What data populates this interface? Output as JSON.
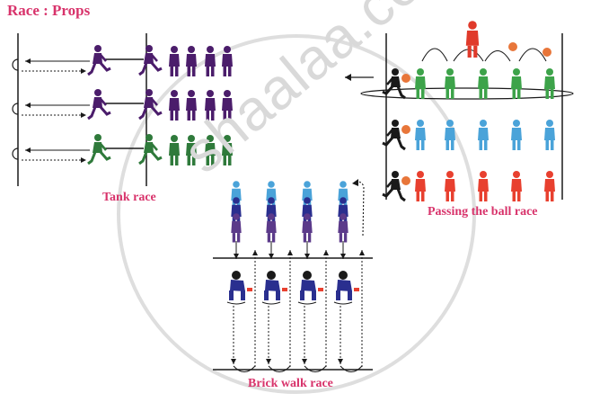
{
  "title": "Race  :  Props",
  "labels": {
    "tank_race": "Tank race",
    "passing_ball_race": "Passing the ball race",
    "brick_walk_race": "Brick walk race"
  },
  "watermark": "shaalaa.com",
  "colors": {
    "label_pink": "#d8336b",
    "purple": "#4b1d6b",
    "green": "#2f7a3b",
    "team_green": "#3da34a",
    "team_blue": "#4aa3d9",
    "team_red": "#e8402f",
    "ball_orange": "#e8763a",
    "brick_blue": "#2a2f8f",
    "coach_red": "#e03a2b",
    "ink": "#1a1a1a"
  }
}
